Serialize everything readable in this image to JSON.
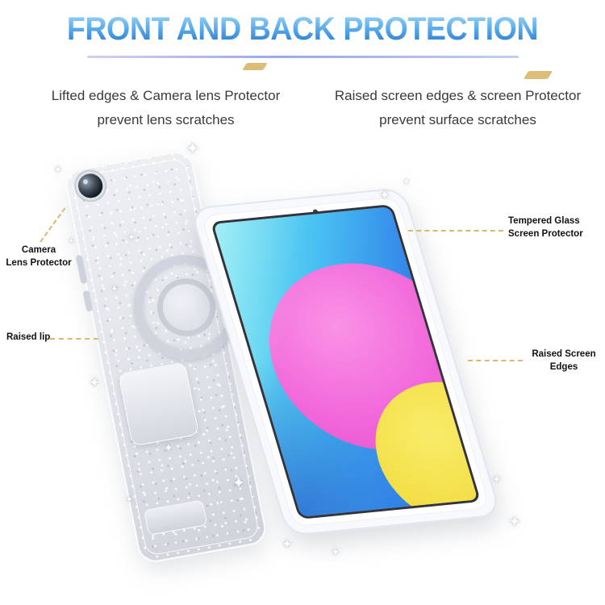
{
  "header": {
    "title": "FRONT AND BACK PROTECTION",
    "title_gradient_top": "#a6dbf8",
    "title_gradient_bottom": "#1e6fc6",
    "accent_color": "#dcbd78",
    "underline_color": "#96abe6"
  },
  "features": {
    "left": {
      "line1": "Lifted edges & Camera lens Protector",
      "line2": "prevent lens scratches"
    },
    "right": {
      "line1": "Raised screen edges & screen Protector",
      "line2": "prevent surface scratches"
    }
  },
  "callouts": {
    "leader_line_color": "#d9b870",
    "camera": {
      "line1": "Camera",
      "line2": "Lens Protector"
    },
    "raised_lip": {
      "label": "Raised lip"
    },
    "tempered_glass": {
      "line1": "Tempered Glass",
      "line2": "Screen Protector"
    },
    "raised_screen_edges": {
      "line1": "Raised Screen",
      "line2": "Edges"
    }
  },
  "product": {
    "screen_colors": {
      "cyan": "#71e6f1",
      "blue": "#2f7ce8",
      "pink": "#f167da",
      "yellow": "#f3de45"
    },
    "case_color": "#e2e5eb"
  }
}
